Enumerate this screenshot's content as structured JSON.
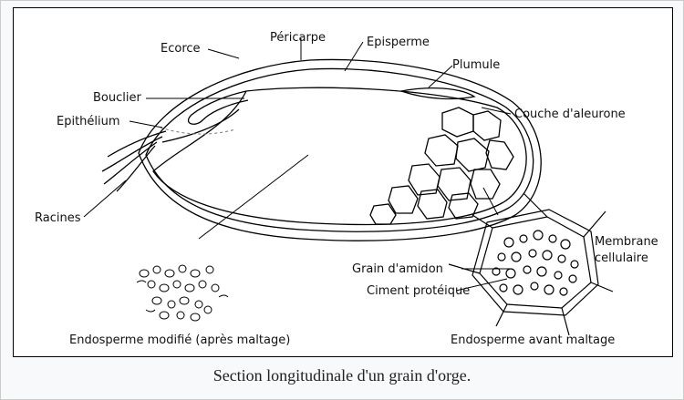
{
  "labels": {
    "ecorce": "Ecorce",
    "pericarpe": "Péricarpe",
    "episperme": "Episperme",
    "plumule": "Plumule",
    "bouclier": "Bouclier",
    "epithelium": "Epithélium",
    "couche_aleurone": "Couche d'aleurone",
    "racines": "Racines",
    "membrane_cellulaire_1": "Membrane",
    "membrane_cellulaire_2": "cellulaire",
    "grain_amidon": "Grain d'amidon",
    "ciment_proteique": "Ciment protéique"
  },
  "sub_captions": {
    "left": "Endosperme modifié (après maltage)",
    "right": "Endosperme avant maltage"
  },
  "caption": "Section longitudinale d'un grain d'orge."
}
